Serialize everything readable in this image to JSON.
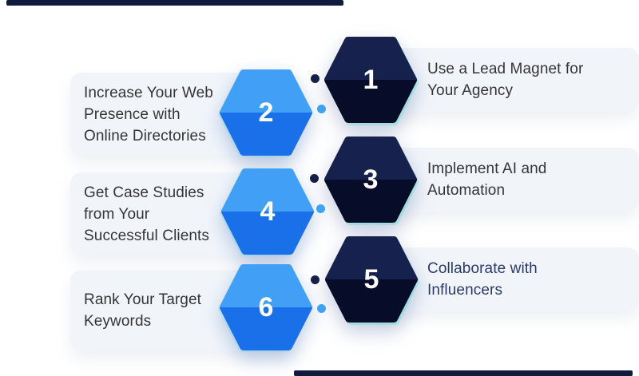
{
  "colors": {
    "bar_navy": "#111b3e",
    "pill_bg": "#f1f5fa",
    "label_default": "#353535",
    "label_accent": "#2c3a6b",
    "hex_dark_top": "#17214d",
    "hex_dark_bottom": "#070d28",
    "hex_blue_top": "#41a0f5",
    "hex_blue_bottom": "#1a70e8",
    "dot_dark": "#15204a",
    "dot_blue": "#3fa2f5",
    "number_text": "#ffffff"
  },
  "steps": [
    {
      "number": "1",
      "variant": "dark",
      "side": "right",
      "label": "Use a Lead Magnet for\nYour Agency"
    },
    {
      "number": "2",
      "variant": "blue",
      "side": "left",
      "label": "Increase Your Web\nPresence with\nOnline Directories"
    },
    {
      "number": "3",
      "variant": "dark",
      "side": "right",
      "label": "Implement AI and\nAutomation"
    },
    {
      "number": "4",
      "variant": "blue",
      "side": "left",
      "label": "Get Case Studies\nfrom Your\nSuccessful Clients"
    },
    {
      "number": "5",
      "variant": "dark",
      "side": "right",
      "label": "Collaborate with\nInfluencers"
    },
    {
      "number": "6",
      "variant": "blue",
      "side": "left",
      "label": "Rank Your Target\nKeywords"
    }
  ]
}
